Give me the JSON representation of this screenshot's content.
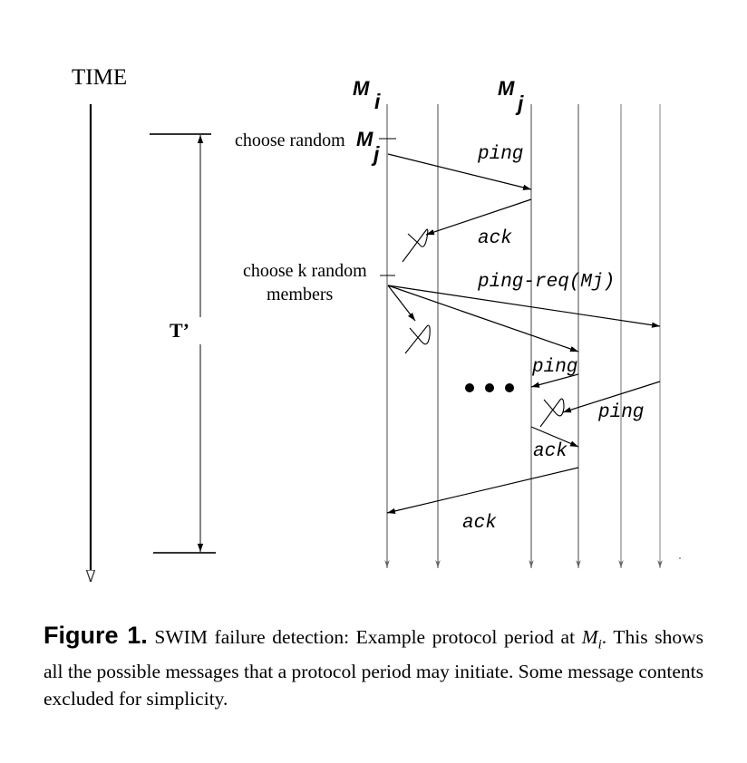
{
  "diagram": {
    "time_label": "TIME",
    "period_label": "T’",
    "process_labels": {
      "mi": {
        "base": "M",
        "sub": "i"
      },
      "mj": {
        "base": "M",
        "sub": "j"
      }
    },
    "annotations": {
      "choose_random_prefix": "choose random",
      "choose_random_member": {
        "base": "M",
        "sub": "j"
      },
      "choose_k_line1": "choose k random",
      "choose_k_line2": "members"
    },
    "messages": {
      "ping_1": "ping",
      "ack_1": "ack",
      "ping_req": "ping-req(Mj)",
      "ping_2": "ping",
      "ping_3": "ping",
      "ack_2": "ack",
      "ack_3": "ack"
    },
    "ellipsis": "• • •"
  },
  "caption": {
    "figure_label": "Figure 1.",
    "text_1": " SWIM failure detection: Example protocol period at ",
    "math_base": "M",
    "math_sub": "i",
    "text_2": ". This shows all the possible messages that a protocol period may initiate. Some message contents excluded for simplicity."
  }
}
